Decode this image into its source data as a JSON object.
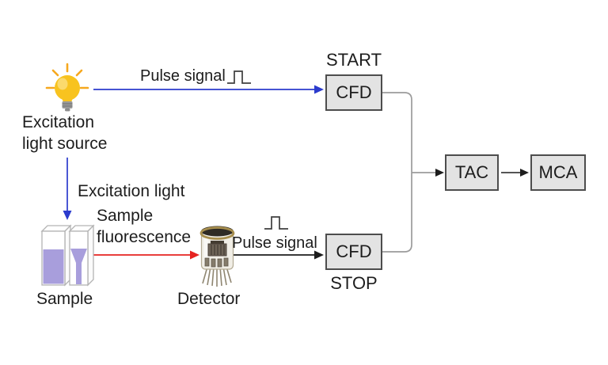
{
  "colors": {
    "background": "#ffffff",
    "ink": "#1d1d1d",
    "box_fill": "#e3e3e3",
    "box_border": "#4d4d4d",
    "blue": "#2b3bcd",
    "red": "#e62320",
    "connector": "#9b9b9b",
    "pulse_symbol": "#3e3e3e",
    "liquid_purple": "#a89edc",
    "cuvette_outline": "#b3b3b3",
    "bulb_yellow": "#f8c31f",
    "bulb_ray": "#f6a81e",
    "bulb_base": "#9a9a9a"
  },
  "nodes": {
    "light_source": {
      "icon": "light-bulb-icon",
      "label_line1": "Excitation",
      "label_line2": "light source"
    },
    "sample": {
      "icon": "cuvettes-icon",
      "label": "Sample"
    },
    "detector": {
      "icon": "pmt-detector-icon",
      "label": "Detector"
    },
    "cfd_start": {
      "label": "CFD",
      "tag": "START"
    },
    "cfd_stop": {
      "label": "CFD",
      "tag": "STOP"
    },
    "tac": {
      "label": "TAC"
    },
    "mca": {
      "label": "MCA"
    }
  },
  "edges": {
    "pulse_start": {
      "label": "Pulse signal",
      "symbol": "pulse-waveform-icon"
    },
    "excitation_light": {
      "label": "Excitation light"
    },
    "sample_fluorescence": {
      "label_line1": "Sample",
      "label_line2": "fluorescence"
    },
    "pulse_stop": {
      "label": "Pulse signal",
      "symbol": "pulse-waveform-icon"
    }
  }
}
